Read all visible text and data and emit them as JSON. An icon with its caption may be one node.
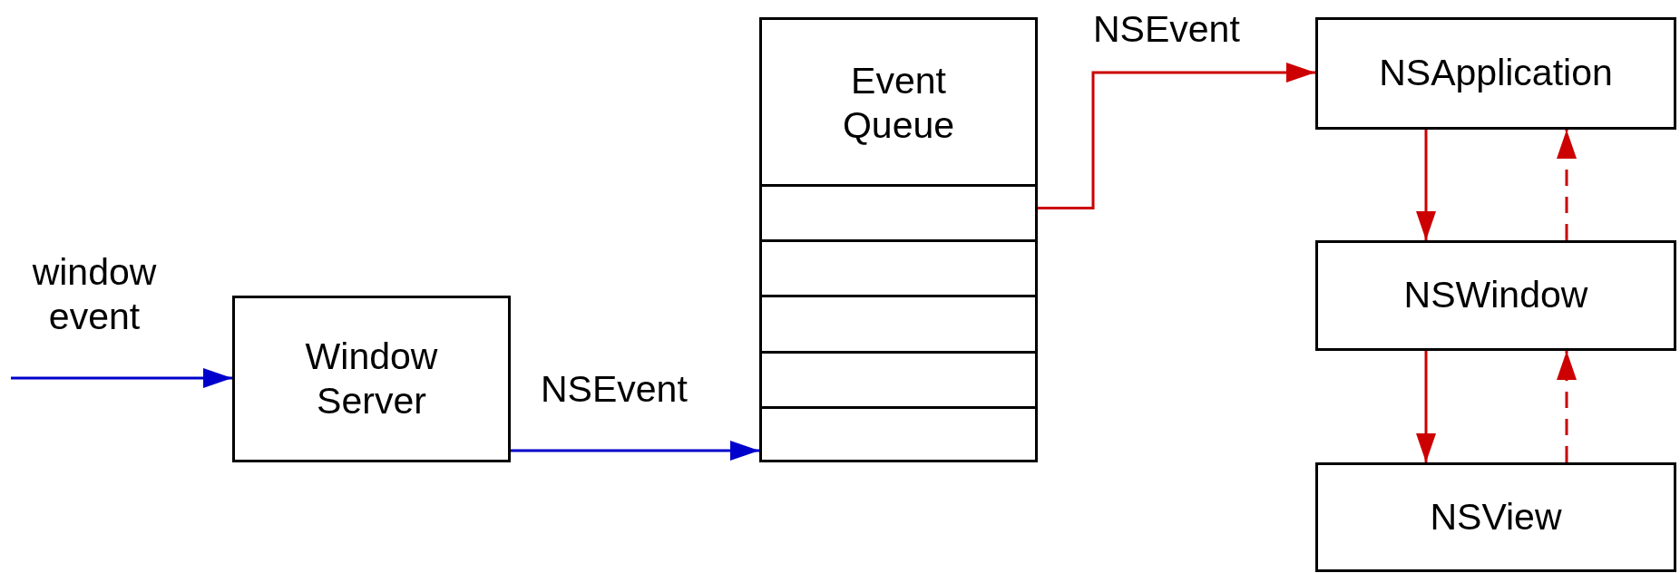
{
  "diagram": {
    "nodes": [
      {
        "text": [
          "Window Server"
        ]
      },
      {
        "text": [
          "Event Queue"
        ]
      },
      {
        "text": [],
        "shape": "box",
        "in": 1
      },
      {
        "text": [],
        "shape": "box",
        "in": 1
      },
      {
        "text": [],
        "shape": "box",
        "in": 1
      },
      {
        "text": [],
        "shape": "box",
        "in": 1
      },
      {
        "text": [],
        "shape": "box",
        "in": 1
      },
      {
        "text": [
          "NSApplication"
        ]
      },
      {
        "text": [
          "NSWindow"
        ]
      },
      {
        "text": [
          "NSView"
        ]
      }
    ],
    "edges": [
      {
        "from": null,
        "to": 0,
        "arrow": "to",
        "label": "window event",
        "color": "#0000cc"
      },
      {
        "from": 0,
        "to": 6,
        "arrow": "to",
        "label": "NSEvent",
        "color": "#0000cc"
      },
      {
        "from": 2,
        "to": 7,
        "arrow": "to",
        "label": "NSEvent"
      },
      {
        "from": 7,
        "to": 8,
        "arrow": "to"
      },
      {
        "from": 8,
        "to": 7,
        "arrow": "to",
        "style": "dashed"
      },
      {
        "from": 8,
        "to": 9,
        "arrow": "to"
      },
      {
        "from": 9,
        "to": 8,
        "arrow": "to",
        "style": "dashed"
      }
    ]
  }
}
